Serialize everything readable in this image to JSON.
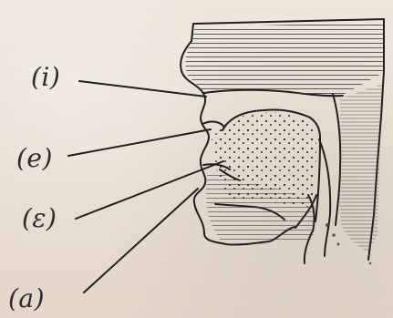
{
  "labels": {
    "i": "(i)",
    "e": "(e)",
    "open_e": "(ɛ)",
    "a": "(a)"
  },
  "icons": {
    "diagram": "vocal-tract-sagittal-section",
    "pointer": "leader-line"
  },
  "colors": {
    "paper": "#e9dfd2",
    "ink": "#2b2b2b"
  }
}
